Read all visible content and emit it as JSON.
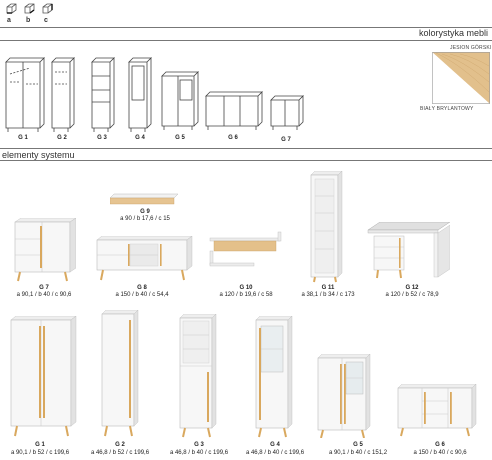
{
  "header": {
    "dimension_letters": [
      "a",
      "b",
      "c"
    ],
    "colours_title": "kolorystyka mebli",
    "elements_title": "elementy systemu"
  },
  "colours": {
    "top_label": "JESION GÓRSKI",
    "bottom_label": "BIAŁY BRYLANTOWY",
    "oak_hex": "#e2c08c",
    "white_hex": "#ffffff"
  },
  "outline_codes": [
    "G 1",
    "G 2",
    "G 3",
    "G 4",
    "G 5",
    "G 6",
    "G 7"
  ],
  "products": [
    {
      "code": "G 9",
      "a": "90",
      "b": "17,6",
      "c": "15"
    },
    {
      "code": "G 7",
      "a": "90,1",
      "b": "40",
      "c": "90,6"
    },
    {
      "code": "G 8",
      "a": "150",
      "b": "40",
      "c": "54,4"
    },
    {
      "code": "G 10",
      "a": "120",
      "b": "19,6",
      "c": "58"
    },
    {
      "code": "G 11",
      "a": "38,1",
      "b": "34",
      "c": "173"
    },
    {
      "code": "G 12",
      "a": "120",
      "b": "52",
      "c": "78,9"
    },
    {
      "code": "G 1",
      "a": "90,1",
      "b": "52",
      "c": "199,6"
    },
    {
      "code": "G 2",
      "a": "46,8",
      "b": "52",
      "c": "199,6"
    },
    {
      "code": "G 3",
      "a": "46,8",
      "b": "40",
      "c": "199,6"
    },
    {
      "code": "G 4",
      "a": "46,8",
      "b": "40",
      "c": "199,6"
    },
    {
      "code": "G 5",
      "a": "90,1",
      "b": "40",
      "c": "151,2"
    },
    {
      "code": "G 6",
      "a": "150",
      "b": "40",
      "c": "90,6"
    }
  ]
}
